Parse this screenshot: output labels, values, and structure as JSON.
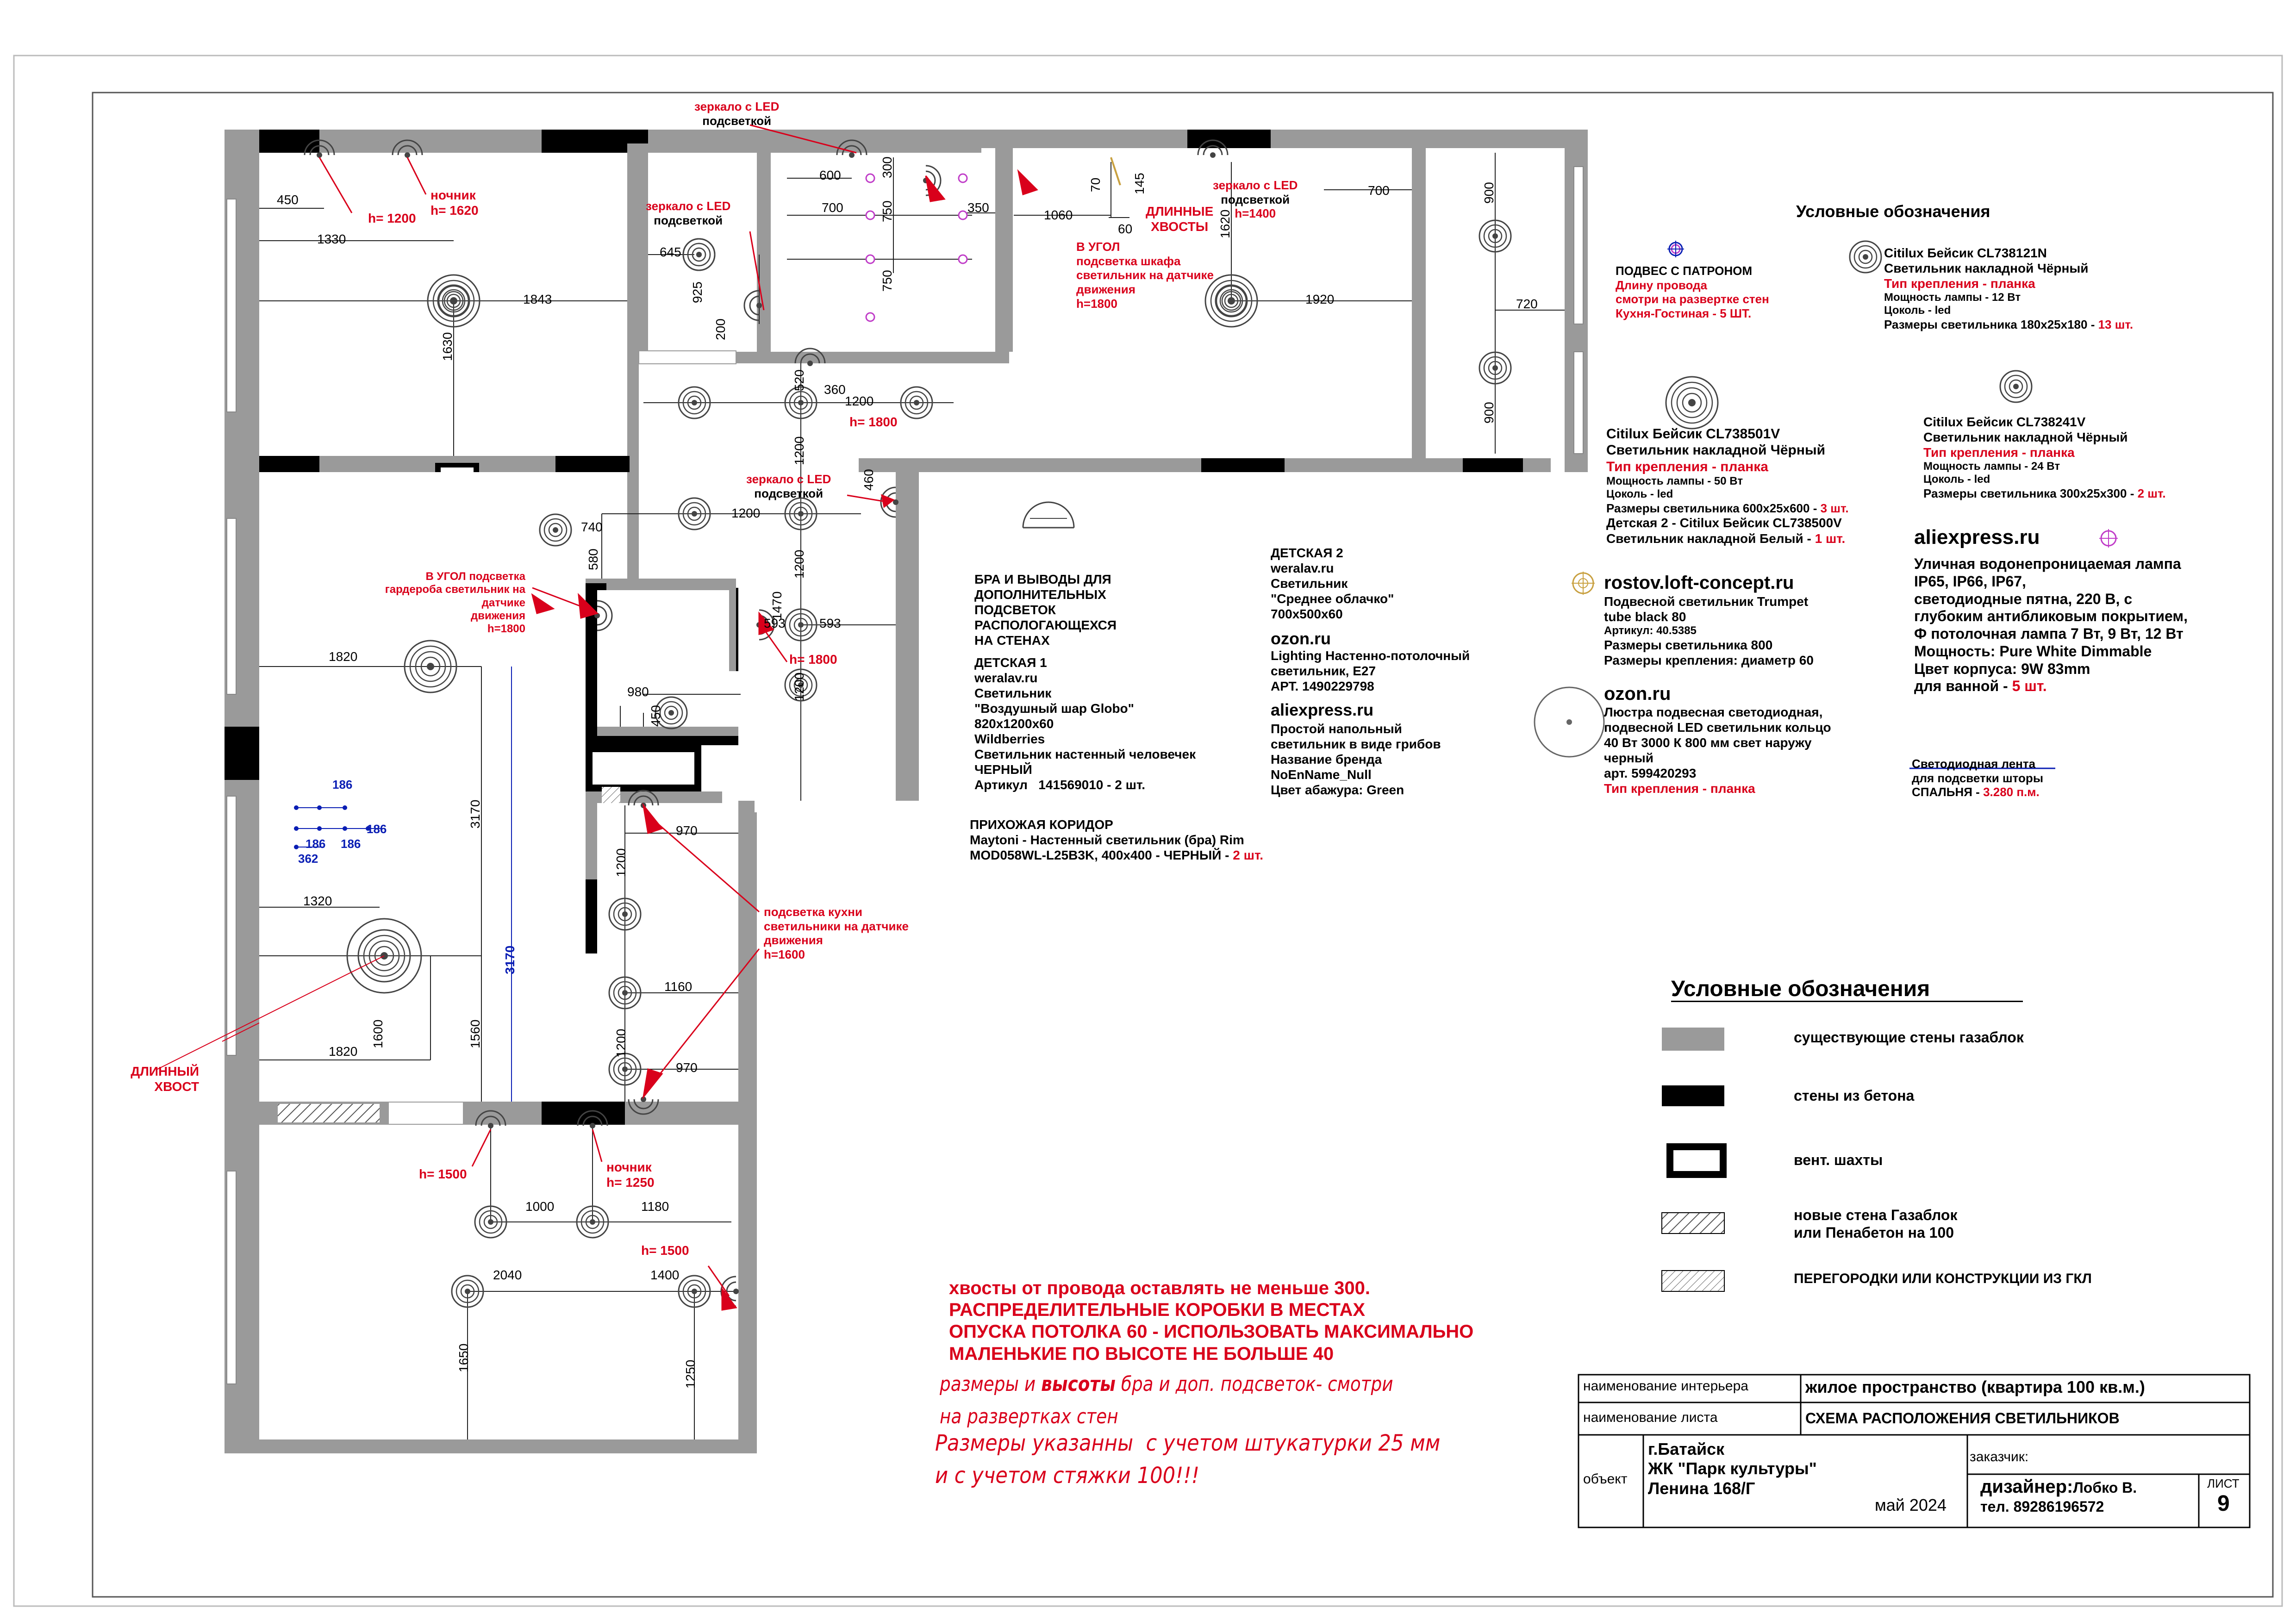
{
  "dims": {
    "450": "450",
    "1330": "1330",
    "1843": "1843",
    "1630": "1630",
    "645": "645",
    "925": "925",
    "200": "200",
    "600": "600",
    "300": "300",
    "700a": "700",
    "750a": "750",
    "750b": "750",
    "350": "350",
    "1060": "1060",
    "70": "70",
    "145": "145",
    "60": "60",
    "1620": "1620",
    "700b": "700",
    "1920": "1920",
    "900a": "900",
    "720": "720",
    "900b": "900",
    "520": "520",
    "360": "360",
    "1200a": "1200",
    "1200b": "1200",
    "1200c": "1200",
    "460": "460",
    "740": "740",
    "580": "580",
    "1200d": "1200",
    "1470": "1470",
    "593a": "593",
    "593b": "593",
    "1200e": "1200",
    "980": "980",
    "450b": "450",
    "1820a": "1820",
    "3170a": "3170",
    "3170b": "3170",
    "1320": "1320",
    "1600": "1600",
    "1560": "1560",
    "1820b": "1820",
    "970a": "970",
    "1200f": "1200",
    "1160": "1160",
    "1200g": "1200",
    "970b": "970",
    "1000": "1000",
    "1180": "1180",
    "2040": "2040",
    "1400": "1400",
    "1650": "1650",
    "1250": "1250",
    "186a": "186",
    "186b": "186",
    "186c": "186",
    "186d": "186",
    "362": "362"
  },
  "labels": {
    "mirror_top": [
      "зеркало с LED",
      "подсветкой"
    ],
    "h1200": "h= 1200",
    "nochnik1": [
      "ночник",
      "h= 1620"
    ],
    "mirror2": [
      "зеркало с LED",
      "подсветкой"
    ],
    "dlinnye": [
      "ДЛИННЫЕ",
      "ХВОСТЫ"
    ],
    "v_ugol1": [
      "В УГОЛ",
      "подсветка шкафа",
      "светильник на датчике",
      "движения",
      "h=1800"
    ],
    "mirror3": [
      "зеркало с LED",
      "подсветкой",
      "h=1400"
    ],
    "h1800a": "h= 1800",
    "mirror4": [
      "зеркало с LED",
      "подсветкой"
    ],
    "v_ugol2": [
      "В УГОЛ подсветка",
      "гардероба светильник на",
      "датчике",
      "движения",
      "h=1800"
    ],
    "h1800b": "h= 1800",
    "kitchen": [
      "подсветка кухни",
      "светильники на датчике",
      "движения",
      "h=1600"
    ],
    "long_tail": [
      "ДЛИННЫЙ",
      "ХВОСТ"
    ],
    "h1500a": "h= 1500",
    "nochnik2": [
      "ночник",
      "h= 1250"
    ],
    "h1500b": "h= 1500"
  },
  "bra_note": [
    "БРА И ВЫВОДЫ ДЛЯ",
    "ДОПОЛНИТЕЛЬНЫХ",
    "ПОДСВЕТОК",
    "РАСПОЛОГАЮЩЕХСЯ",
    "НА СТЕНАХ"
  ],
  "detskaya1": [
    "ДЕТСКАЯ 1",
    "weralav.ru",
    "Светильник",
    "\"Воздушный шар Globo\"",
    "820х1200х60",
    "Wildberries",
    "Светильник настенный человечек",
    "ЧЕРНЫЙ",
    "Артикул   141569010 - 2 шт."
  ],
  "prihozhaya": [
    "ПРИХОЖАЯ КОРИДОР",
    "Maytoni - Настенный светильник (бра) Rim"
  ],
  "prihozhaya_last": "MOD058WL-L25B3K, 400х400 - ЧЕРНЫЙ - ",
  "prihozhaya_qty": "2 шт.",
  "detskaya2": [
    "ДЕТСКАЯ 2",
    "weralav.ru",
    "Светильник",
    "\"Среднее облачко\"",
    "700х500х60"
  ],
  "ozon1_head": "ozon.ru",
  "ozon1": [
    "Lighting Настенно-потолочный",
    "светильник, E27",
    "АРТ. 1490229798"
  ],
  "ali1_head": "aliexpress.ru",
  "ali1": [
    "Простой напольный",
    "светильник в виде грибов",
    "Название бренда",
    "NoEnName_Null",
    "Цвет абажура: Green"
  ],
  "legend1_title": "Условные обозначения",
  "podves": [
    "ПОДВЕС С ПАТРОНОМ"
  ],
  "podves_red": [
    "Длину провода",
    "смотри на развертке стен",
    "Кухня-Гостиная - 5 ШТ."
  ],
  "citilux121": [
    "Citilux Бейсик CL738121N",
    "Светильник накладной Чёрный"
  ],
  "citilux121_red": "Тип крепления - планка",
  "citilux121_small": [
    "Мощность лампы - 12 Вт",
    "Цоколь - led"
  ],
  "citilux121_size": "Размеры светильника 180х25х180 - ",
  "citilux121_qty": "13 шт.",
  "citilux501": [
    "Citilux Бейсик CL738501V",
    "Светильник накладной Чёрный"
  ],
  "citilux501_red": "Тип крепления - планка",
  "citilux501_small": [
    "Мощность лампы - 50 Вт",
    "Цоколь - led"
  ],
  "citilux501_size": "Размеры светильника 600х25х600 - ",
  "citilux501_qty": "3 шт.",
  "citilux500": "Детская 2 - Citilux Бейсик CL738500V",
  "citilux500b": "Светильник накладной Белый - ",
  "citilux500_qty": "1 шт.",
  "citilux241": [
    "Citilux Бейсик CL738241V",
    "Светильник накладной Чёрный"
  ],
  "citilux241_red": "Тип крепления - планка",
  "citilux241_small": [
    "Мощность лампы - 24 Вт",
    "Цоколь - led"
  ],
  "citilux241_size": "Размеры светильника 300х25х300 - ",
  "citilux241_qty": "2 шт.",
  "rostov_head": "rostov.loft-concept.ru",
  "rostov": [
    "Подвесной светильник Trumpet",
    "tube black 80"
  ],
  "rostov_small": [
    "Артикул: 40.5385"
  ],
  "rostov2": [
    "Размеры светильника 800",
    "Размеры крепления: диаметр 60"
  ],
  "ali2_head": "aliexpress.ru",
  "ali2": [
    "Уличная водонепроницаемая лампа",
    "IP65, IP66, IP67,",
    "светодиодные пятна, 220 В, с",
    "глубоким антибликовым покрытием,",
    "Ф потолочная лампа 7 Вт, 9 Вт, 12 Вт",
    "Мощность: Pure White Dimmable",
    "Цвет корпуса: 9W 83mm"
  ],
  "ali2_last": "для ванной - ",
  "ali2_qty": "5 шт.",
  "ozon2_head": "ozon.ru",
  "ozon2": [
    "Люстра подвесная светодиодная,",
    "подвесной LED светильник кольцо",
    "40 Вт 3000 К 800 мм свет наружу",
    "черный",
    "арт. 599420293"
  ],
  "ozon2_red": "Тип крепления - планка",
  "led_strip": [
    "Светодиодная лента",
    "для подсветки шторы"
  ],
  "led_strip_last": "СПАЛЬНЯ - ",
  "led_strip_qty": "3.280 п.м.",
  "legend2_title": "Условные обозначения",
  "legend2": [
    {
      "label": "существующие стены газаблок"
    },
    {
      "label": "стены из бетона"
    },
    {
      "label": "вент. шахты"
    },
    {
      "label": "новые стена Газаблок\nили Пенабетон на 100"
    },
    {
      "label": "ПЕРЕГОРОДКИ ИЛИ КОНСТРУКЦИИ ИЗ ГКЛ"
    }
  ],
  "notes_red": [
    "хвосты от провода оставлять не меньше 300.",
    "РАСПРЕДЕЛИТЕЛЬНЫЕ КОРОБКИ В МЕСТАХ",
    "ОПУСКА ПОТОЛКА 60 - ИСПОЛЬЗОВАТЬ МАКСИМАЛЬНО",
    "МАЛЕНЬКИЕ ПО ВЫСОТЕ НЕ БОЛЬШЕ 40"
  ],
  "note_italic1_a": "размеры ",
  "note_italic1_b": "и ",
  "note_italic1_c": "высоты",
  "note_italic1_d": " бра и доп. подсветок- смотри",
  "note_italic2": "на развертках стен",
  "note_italic3": "Размеры указанны  с учетом штукатурки 25 мм",
  "note_italic4": "и с учетом стяжки 100!!!",
  "title_block": {
    "k_interior": "наименование интерьера",
    "v_interior": "жилое пространство (квартира 100 кв.м.)",
    "k_sheet": "наименование листа",
    "v_sheet": "СХЕМА РАСПОЛОЖЕНИЯ СВЕТИЛЬНИКОВ",
    "k_object": "объект",
    "v_object": [
      "г.Батайск",
      "ЖК \"Парк культуры\"",
      "Ленина 168/Г"
    ],
    "date": "май 2024",
    "k_customer": "заказчик:",
    "designer": "дизайнер:",
    "designer_name": "Лобко В.",
    "phone": "тел. 89286196572",
    "k_list": "ЛИСТ",
    "v_list": "9"
  },
  "colors": {
    "gas": "#9a9a9a",
    "concrete": "#000000",
    "red": "#d9001b",
    "blue": "#0a1eb4",
    "pink": "#c03cc8",
    "gold": "#c8a040"
  }
}
